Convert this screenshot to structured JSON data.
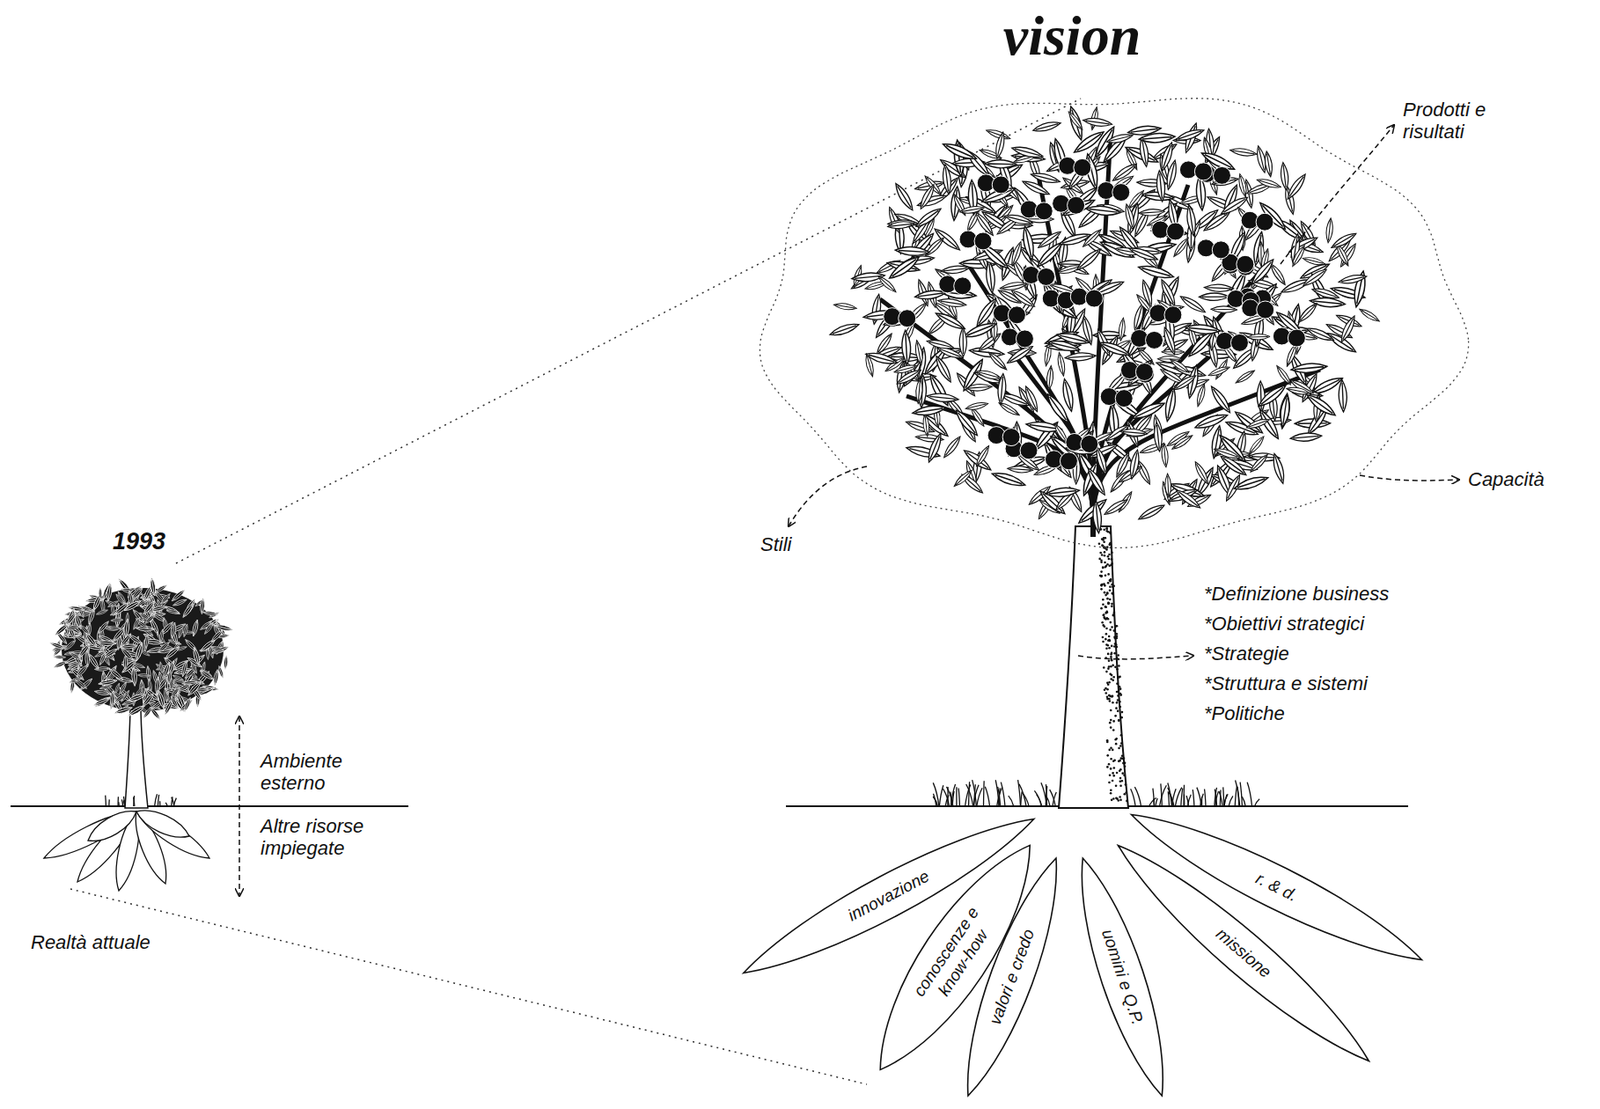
{
  "diagram": {
    "title": "vision",
    "nodes": [
      {
        "text": [
          "innovazione"
        ]
      },
      {
        "text": [
          "conoscenze e know-how"
        ]
      },
      {
        "text": [
          "valori e credo"
        ]
      },
      {
        "text": [
          "uomini e Q.P."
        ]
      },
      {
        "text": [
          "missione"
        ]
      },
      {
        "text": [
          "r. & d."
        ]
      }
    ],
    "labels": [
      "1993",
      "Prodotti e risultati",
      "Capacità",
      "Stili",
      "*Definizione business",
      "*Obiettivi strategici",
      "*Strategie",
      "*Struttura e sistemi",
      "*Politiche",
      "Ambiente esterno",
      "Altre risorse impiegate",
      "Realtà attuale"
    ]
  }
}
